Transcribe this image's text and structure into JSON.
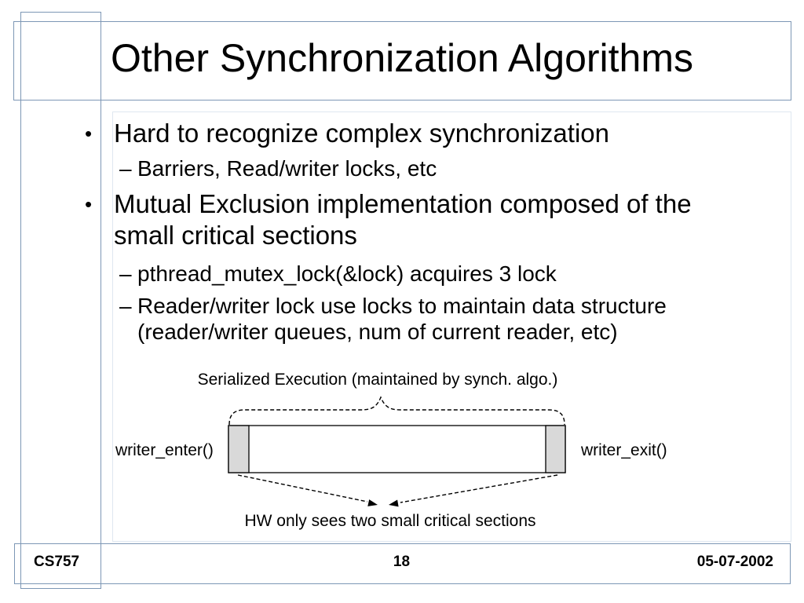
{
  "slide": {
    "title": "Other Synchronization Algorithms",
    "bullet_l1_marker": "•",
    "bullet_l2_marker": "–",
    "bullets": [
      {
        "level": 1,
        "text": "Hard to recognize complex synchronization"
      },
      {
        "level": 2,
        "text": "Barriers, Read/writer locks, etc"
      },
      {
        "level": 1,
        "text": "Mutual Exclusion implementation composed of the small critical sections"
      },
      {
        "level": 2,
        "text": "pthread_mutex_lock(&lock) acquires 3 lock"
      },
      {
        "level": 2,
        "text": "Reader/writer lock use locks to maintain data structure (reader/writer queues, num of current reader, etc)"
      }
    ],
    "diagram": {
      "top_label": "Serialized Execution (maintained by synch. algo.)",
      "left_label": "writer_enter()",
      "right_label": "writer_exit()",
      "bottom_label": "HW only sees two small critical sections"
    },
    "footer": {
      "course": "CS757",
      "page_number": "18",
      "date": "05-07-2002"
    },
    "colors": {
      "accent_border": "#7d97b5",
      "faint_border": "#dfe7f0",
      "critical_section_fill": "#d9d9d9",
      "text": "#000000",
      "background": "#ffffff"
    }
  }
}
